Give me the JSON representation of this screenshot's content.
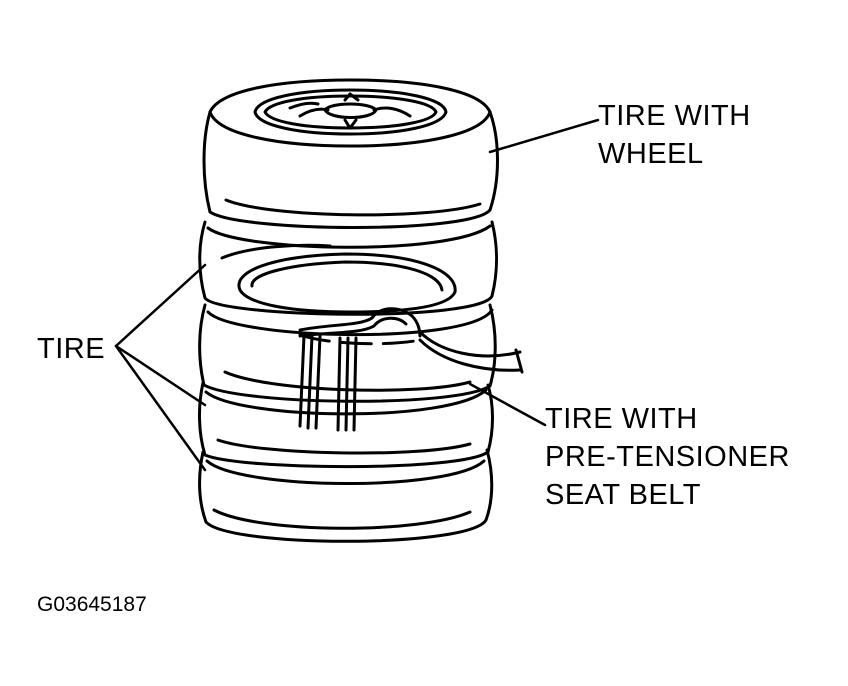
{
  "labels": {
    "tire_with_wheel": [
      "TIRE WITH",
      "WHEEL"
    ],
    "tire": "TIRE",
    "tire_with_belt": [
      "TIRE WITH",
      "PRE-TENSIONER",
      "SEAT BELT"
    ]
  },
  "figure_code": "G03645187",
  "colors": {
    "line": "#000000",
    "background": "#ffffff"
  }
}
